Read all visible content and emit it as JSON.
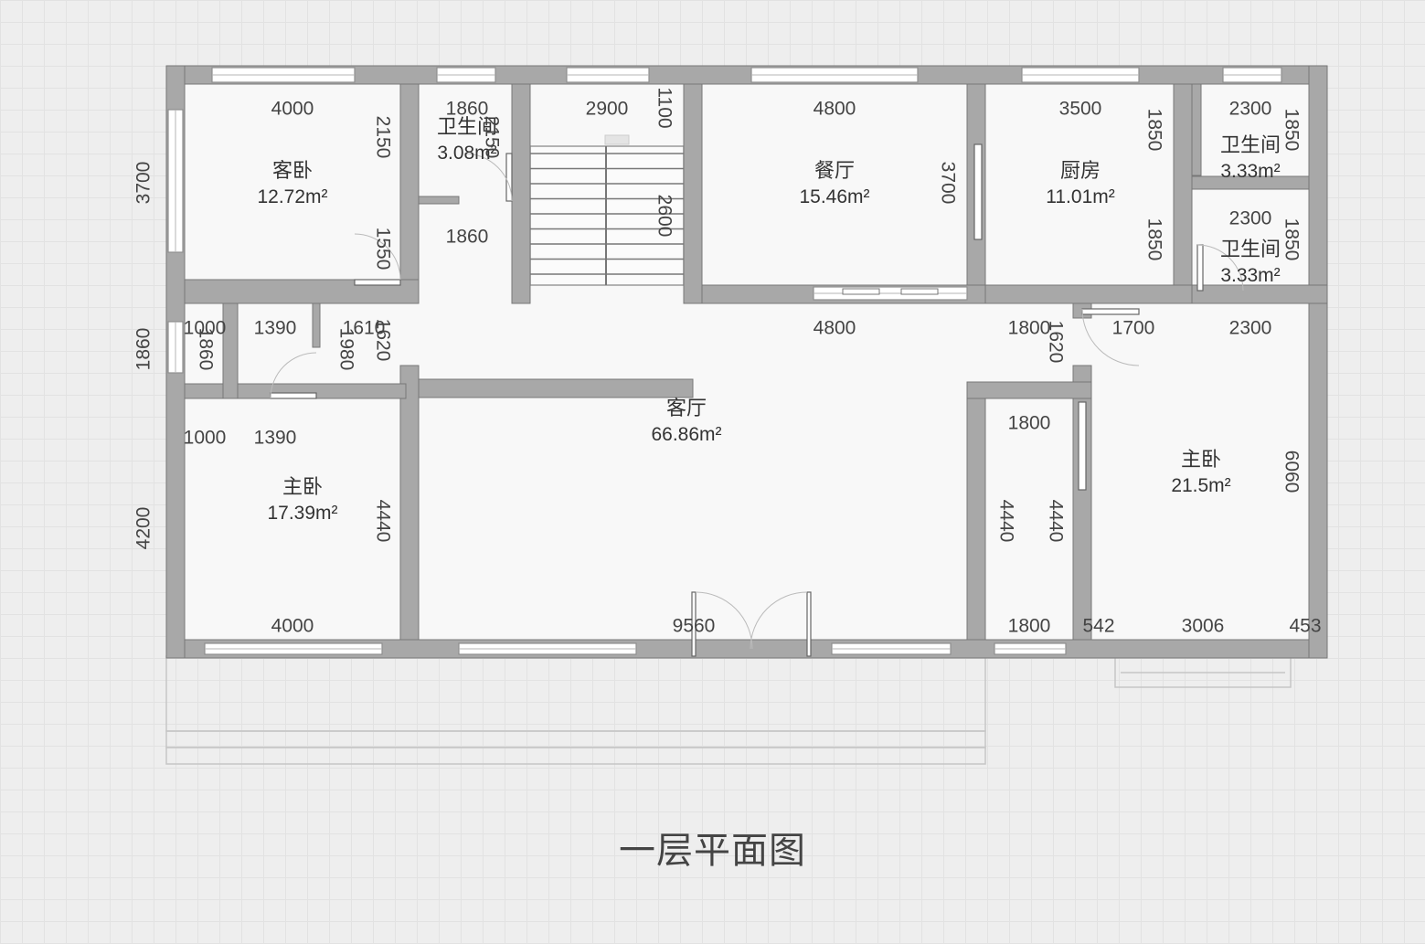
{
  "title": "一层平面图",
  "colors": {
    "wall": "#a8a8a8",
    "wall_edge": "#777777",
    "floor": "#f8f8f8",
    "window": "#ffffff",
    "grid": "#e2e2e2",
    "background": "#eeeeee"
  },
  "rooms": [
    {
      "name": "客卧",
      "area": "12.72m²"
    },
    {
      "name": "卫生间",
      "area": "3.08m²"
    },
    {
      "name": "餐厅",
      "area": "15.46m²"
    },
    {
      "name": "厨房",
      "area": "11.01m²"
    },
    {
      "name": "卫生间",
      "area": "3.33m²"
    },
    {
      "name": "卫生间",
      "area": "3.33m²"
    },
    {
      "name": "客厅",
      "area": "66.86m²"
    },
    {
      "name": "主卧",
      "area": "17.39m²"
    },
    {
      "name": "主卧",
      "area": "21.5m²"
    }
  ],
  "dimensions": [
    "4000",
    "1860",
    "2900",
    "1100",
    "4800",
    "3500",
    "2300",
    "2150",
    "2150",
    "3700",
    "1850",
    "1850",
    "1860",
    "2600",
    "1850",
    "1850",
    "2300",
    "3700",
    "1550",
    "1860",
    "1000",
    "1390",
    "1610",
    "1860",
    "1980",
    "1620",
    "4800",
    "1800",
    "1620",
    "1700",
    "2300",
    "1000",
    "1390",
    "1800",
    "4200",
    "4440",
    "4440",
    "4440",
    "6060",
    "4000",
    "9560",
    "1800",
    "542",
    "3006",
    "453"
  ]
}
